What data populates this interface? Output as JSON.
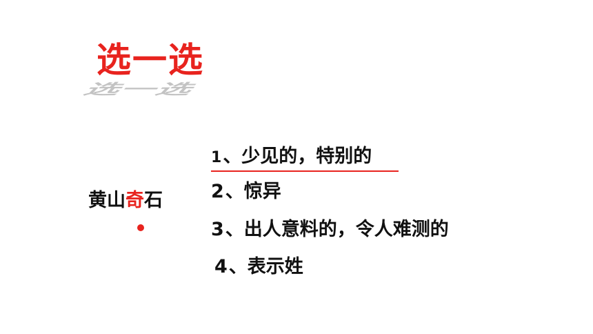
{
  "slide": {
    "title": "选一选",
    "word": {
      "before": "黄山",
      "highlight": "奇",
      "after": "石"
    },
    "options": [
      {
        "num": "1",
        "text": "、少见的，特别的"
      },
      {
        "num": "2",
        "text": "、惊异"
      },
      {
        "num": "3",
        "text": "、出人意料的，令人难测的"
      },
      {
        "num": "4",
        "text": "、表示姓"
      }
    ],
    "selected_option": 1,
    "colors": {
      "accent": "#e8231e",
      "text": "#111111",
      "shadow": "#b5b5b5"
    }
  }
}
